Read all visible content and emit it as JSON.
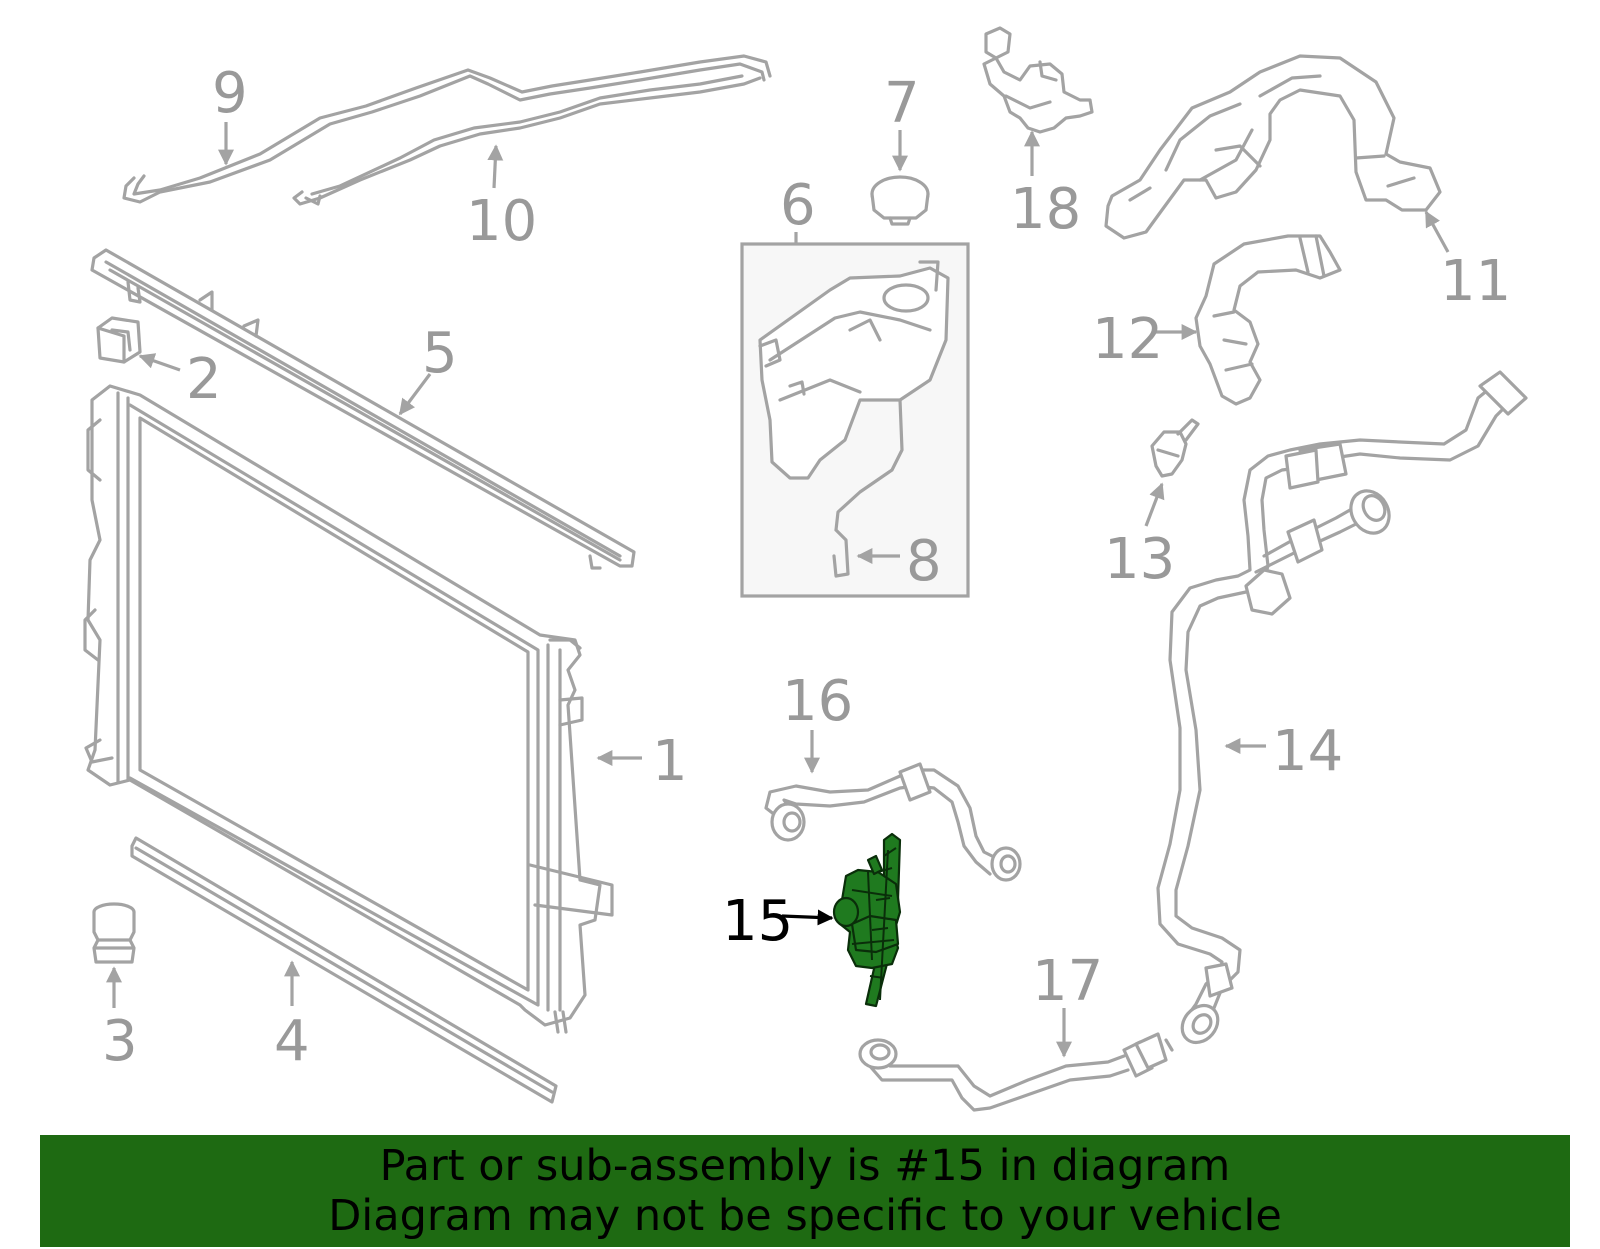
{
  "callouts": {
    "c1": "1",
    "c2": "2",
    "c3": "3",
    "c4": "4",
    "c5": "5",
    "c6": "6",
    "c7": "7",
    "c8": "8",
    "c9": "9",
    "c10": "10",
    "c11": "11",
    "c12": "12",
    "c13": "13",
    "c14": "14",
    "c15": "15",
    "c16": "16",
    "c17": "17",
    "c18": "18"
  },
  "highlight": {
    "callout": "15",
    "color": "#1f7a1f"
  },
  "banner": {
    "line1": "Part or sub-assembly is #15 in diagram",
    "line2": "Diagram may not be specific to your vehicle",
    "background": "#1e6a12"
  }
}
